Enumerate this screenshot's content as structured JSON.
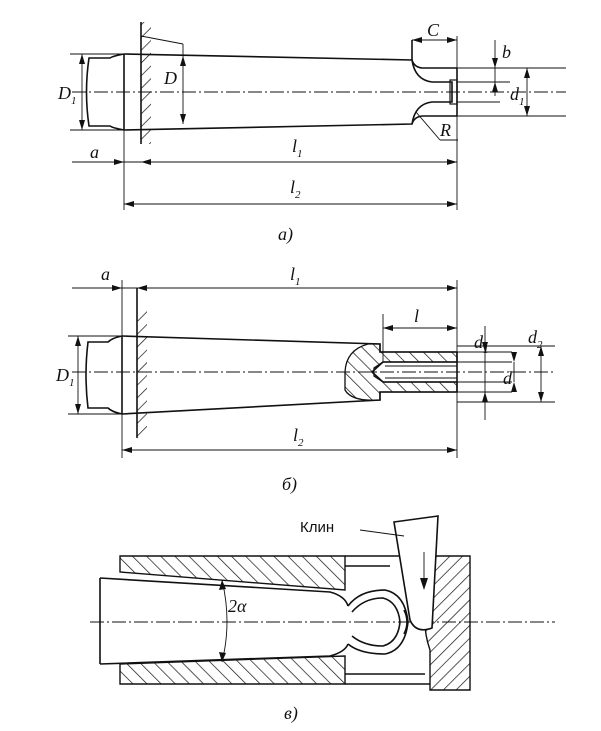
{
  "figure_a": {
    "caption": "а)",
    "labels": {
      "D1": "D",
      "D1_sub": "1",
      "D": "D",
      "C": "C",
      "b": "b",
      "d1": "d",
      "d1_sub": "1",
      "R": "R",
      "a": "a",
      "l1": "l",
      "l1_sub": "1",
      "l2": "l",
      "l2_sub": "2"
    }
  },
  "figure_b": {
    "caption": "б)",
    "labels": {
      "a": "a",
      "l1": "l",
      "l1_sub": "1",
      "l": "l",
      "d1": "d",
      "d1_sub": "1",
      "d2": "d",
      "d2_sub": "2",
      "D1": "D",
      "D1_sub": "1",
      "d": "d",
      "l2": "l",
      "l2_sub": "2"
    }
  },
  "figure_v": {
    "caption": "в)",
    "wedge_label": "Клин",
    "angle_label": "2α"
  }
}
